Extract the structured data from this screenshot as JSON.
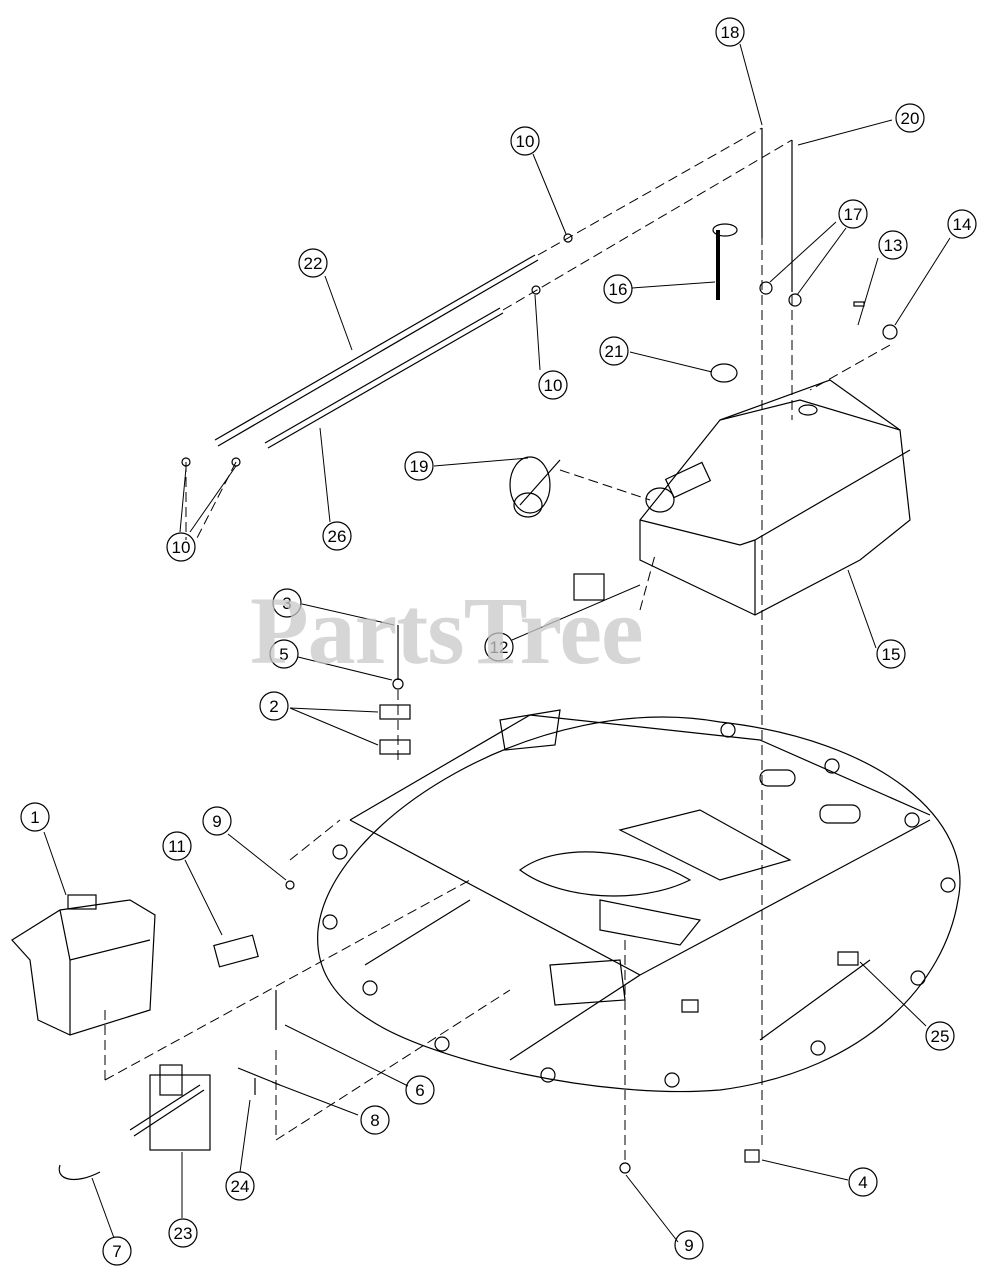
{
  "watermark": "PartsTree",
  "callouts": [
    {
      "id": "c1",
      "label": "1"
    },
    {
      "id": "c2",
      "label": "2"
    },
    {
      "id": "c3",
      "label": "3"
    },
    {
      "id": "c4",
      "label": "4"
    },
    {
      "id": "c5",
      "label": "5"
    },
    {
      "id": "c6",
      "label": "6"
    },
    {
      "id": "c7",
      "label": "7"
    },
    {
      "id": "c8",
      "label": "8"
    },
    {
      "id": "c9a",
      "label": "9"
    },
    {
      "id": "c9b",
      "label": "9"
    },
    {
      "id": "c10a",
      "label": "10"
    },
    {
      "id": "c10b",
      "label": "10"
    },
    {
      "id": "c10c",
      "label": "10"
    },
    {
      "id": "c11",
      "label": "11"
    },
    {
      "id": "c12",
      "label": "12"
    },
    {
      "id": "c13",
      "label": "13"
    },
    {
      "id": "c14",
      "label": "14"
    },
    {
      "id": "c15",
      "label": "15"
    },
    {
      "id": "c16",
      "label": "16"
    },
    {
      "id": "c17",
      "label": "17"
    },
    {
      "id": "c18",
      "label": "18"
    },
    {
      "id": "c19",
      "label": "19"
    },
    {
      "id": "c20",
      "label": "20"
    },
    {
      "id": "c21",
      "label": "21"
    },
    {
      "id": "c22",
      "label": "22"
    },
    {
      "id": "c23",
      "label": "23"
    },
    {
      "id": "c24",
      "label": "24"
    },
    {
      "id": "c25",
      "label": "25"
    },
    {
      "id": "c26",
      "label": "26"
    }
  ]
}
